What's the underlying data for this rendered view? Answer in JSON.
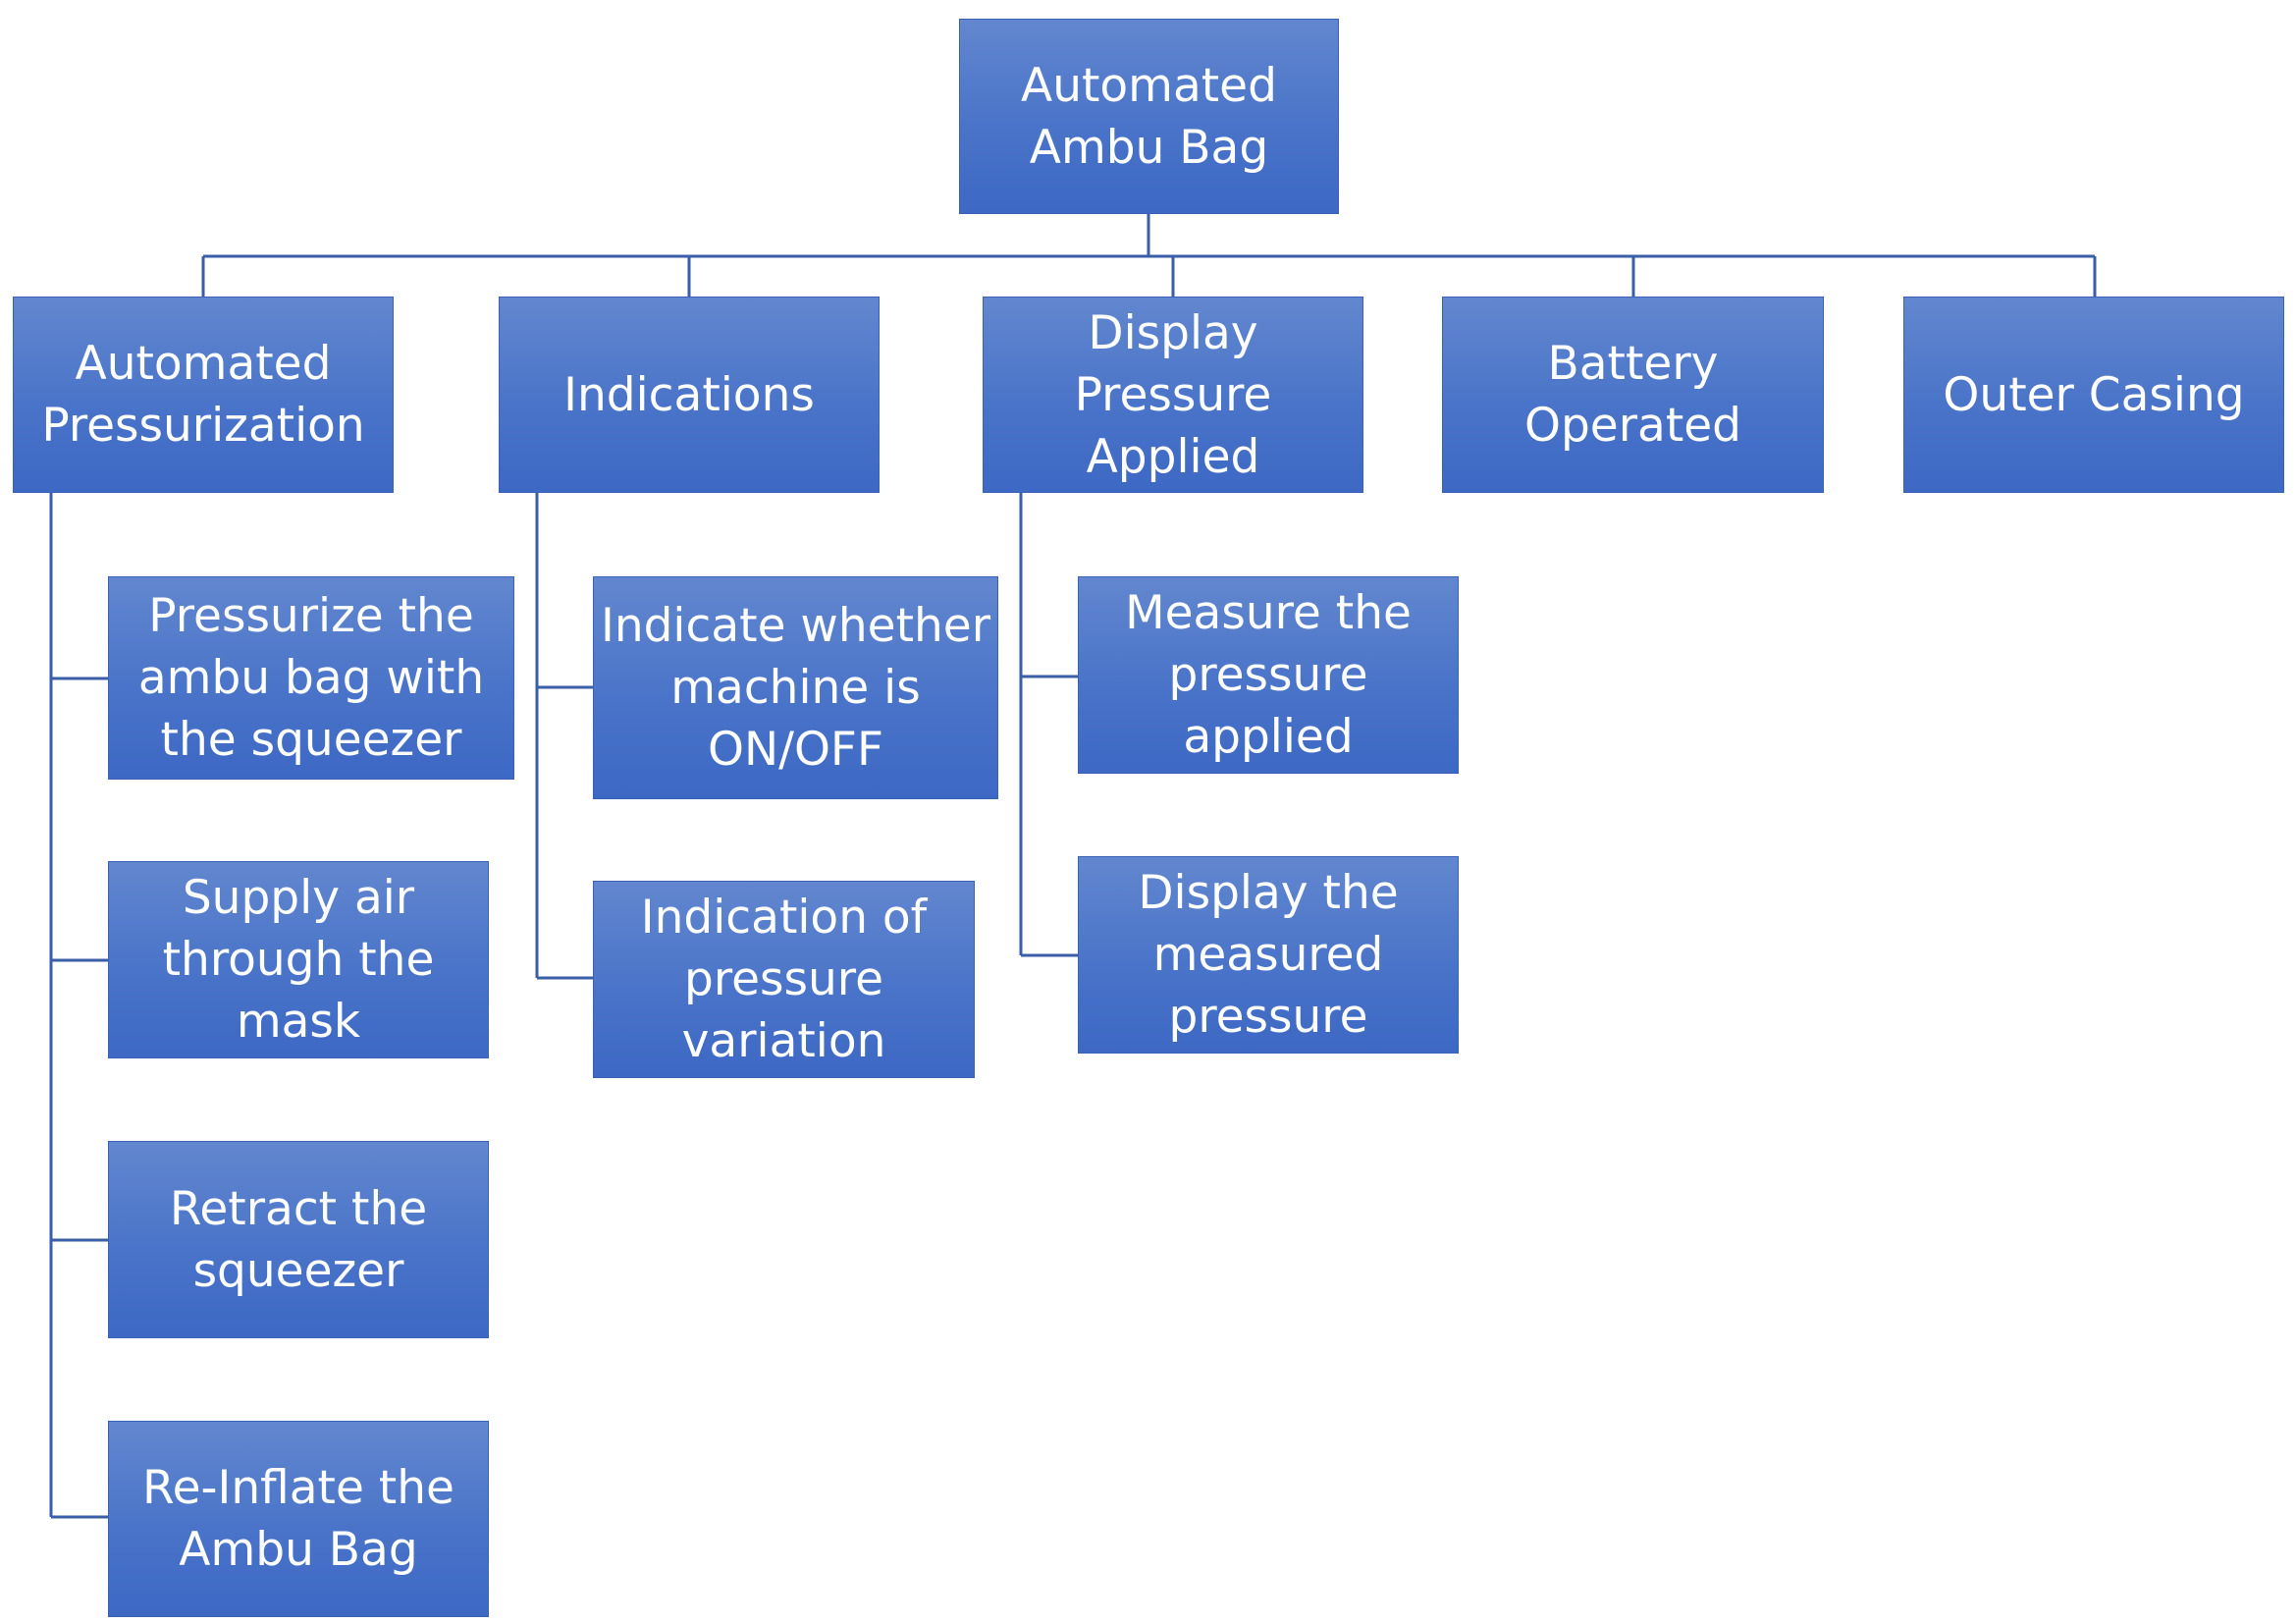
{
  "root": {
    "label": "Automated\nAmbu Bag"
  },
  "categories": [
    {
      "id": "pressurization",
      "label": "Automated\nPressurization",
      "children": [
        "Pressurize the\nambu bag with\nthe squeezer",
        "Supply air\nthrough the\nmask",
        "Retract the\nsqueezer",
        "Re-Inflate the\nAmbu Bag"
      ]
    },
    {
      "id": "indications",
      "label": "Indications",
      "children": [
        "Indicate whether\nmachine is\nON/OFF",
        "Indication of\npressure\nvariation"
      ]
    },
    {
      "id": "display",
      "label": "Display Pressure\nApplied",
      "children": [
        "Measure the\npressure applied",
        "Display the\nmeasured\npressure"
      ]
    },
    {
      "id": "battery",
      "label": "Battery\nOperated",
      "children": []
    },
    {
      "id": "casing",
      "label": "Outer Casing",
      "children": []
    }
  ],
  "colors": {
    "box_top": "#6287cf",
    "box_bottom": "#3d68c4",
    "connector": "#3b5ea8",
    "text": "#ffffff"
  }
}
